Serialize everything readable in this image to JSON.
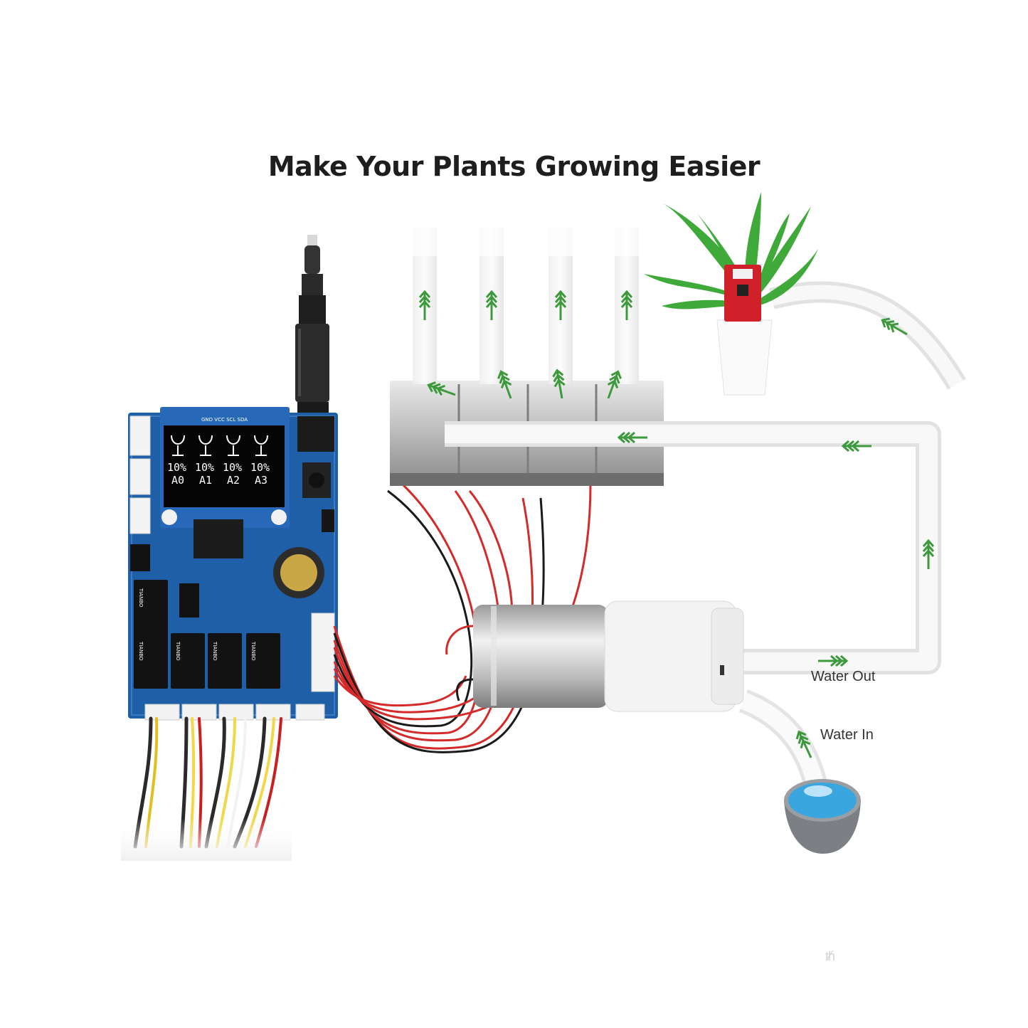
{
  "title": "Make Your Plants Growing Easier",
  "labels": {
    "water_out": "Water Out",
    "water_in": "Water In"
  },
  "oled": {
    "channels": [
      {
        "percent": "10%",
        "name": "A0"
      },
      {
        "percent": "10%",
        "name": "A1"
      },
      {
        "percent": "10%",
        "name": "A2"
      },
      {
        "percent": "10%",
        "name": "A3"
      }
    ],
    "header": "GND VCC SCL SDA"
  },
  "relays": {
    "brand": "TIANBO",
    "count": 5
  },
  "colors": {
    "arrow": "#3c9a3c",
    "pcb": "#1f5fa8",
    "water": "#3aa6e0",
    "sensor": "#d0202a"
  }
}
